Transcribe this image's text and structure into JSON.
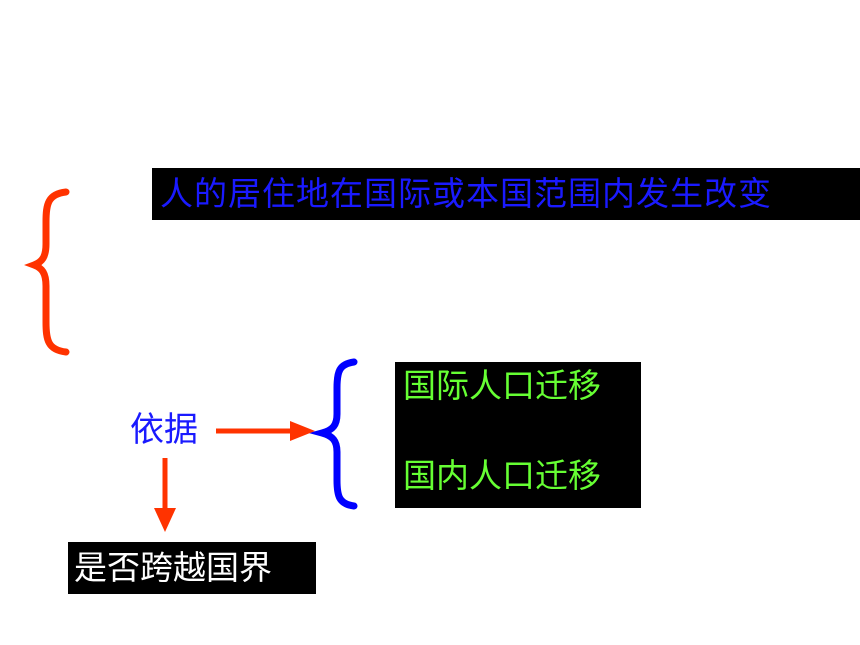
{
  "definition": {
    "text": "人的居住地在国际或本国范围内发生改变",
    "color": "#1a1aff"
  },
  "basis": {
    "label": "依据",
    "color": "#1a1aff"
  },
  "types": {
    "items": [
      "国际人口迁移",
      "国内人口迁移"
    ],
    "color": "#66ff33"
  },
  "criterion": {
    "text": "是否跨越国界",
    "color": "#ffffff"
  },
  "colors": {
    "arrow": "#ff3300",
    "left_brace": "#ff3300",
    "right_brace": "#0000ff",
    "box_background": "#000000"
  }
}
